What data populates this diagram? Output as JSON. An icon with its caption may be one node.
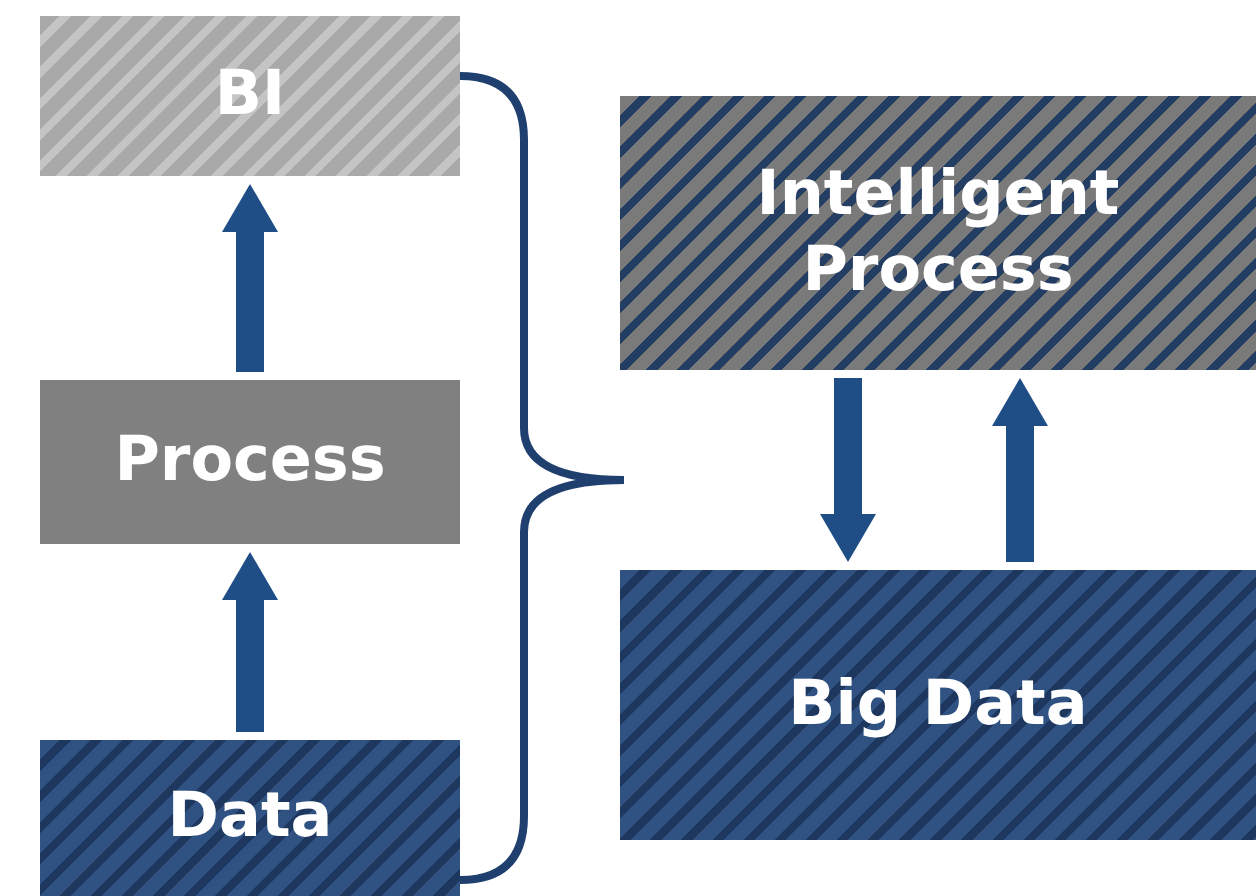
{
  "diagram": {
    "nodes": [
      {
        "text": [
          "BI"
        ]
      },
      {
        "text": [
          "Process"
        ]
      },
      {
        "text": [
          "Data"
        ]
      },
      {
        "text": [
          "Intelligent Process"
        ]
      },
      {
        "text": [
          "Big Data"
        ]
      }
    ],
    "edges": [
      {
        "from": 2,
        "to": 1,
        "arrow": "to"
      },
      {
        "from": 1,
        "to": 0,
        "arrow": "to"
      },
      {
        "from": 3,
        "to": 4,
        "arrow": "to"
      },
      {
        "from": 4,
        "to": 3,
        "arrow": "to"
      }
    ]
  }
}
